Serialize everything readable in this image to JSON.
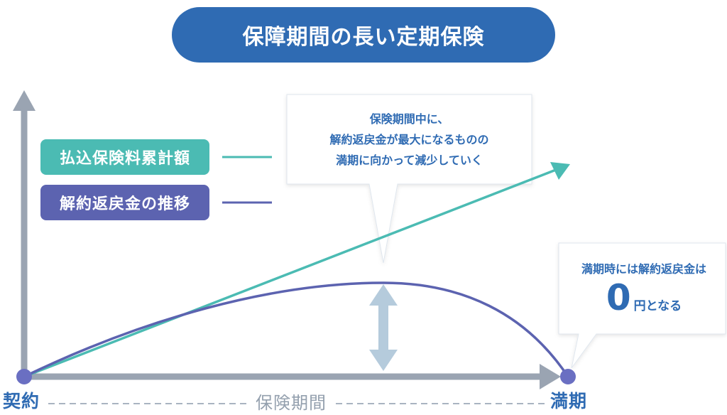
{
  "title": "保障期間の長い定期保険",
  "legend": {
    "premium_label": "払込保険料累計額",
    "refund_label": "解約返戻金の推移"
  },
  "callout_top": {
    "line1": "保険期間中に、",
    "line2": "解約返戻金が最大になるものの",
    "line3": "満期に向かって減少していく"
  },
  "callout_right": {
    "line1": "満期時には解約返戻金は",
    "big_value": "0",
    "unit": "円となる"
  },
  "axis": {
    "start_label": "契約",
    "middle_label": "保険期間",
    "end_label": "満期"
  },
  "colors": {
    "title_bg": "#2f6bb3",
    "premium": "#4bbbb3",
    "refund": "#5c63b0",
    "axis": "#9aa4b2",
    "double_arrow": "#b5cbdc",
    "text_blue": "#2f6bb3"
  },
  "icons": {
    "double_arrow": "double-vertical-arrow-icon",
    "point": "circle-point-icon"
  }
}
